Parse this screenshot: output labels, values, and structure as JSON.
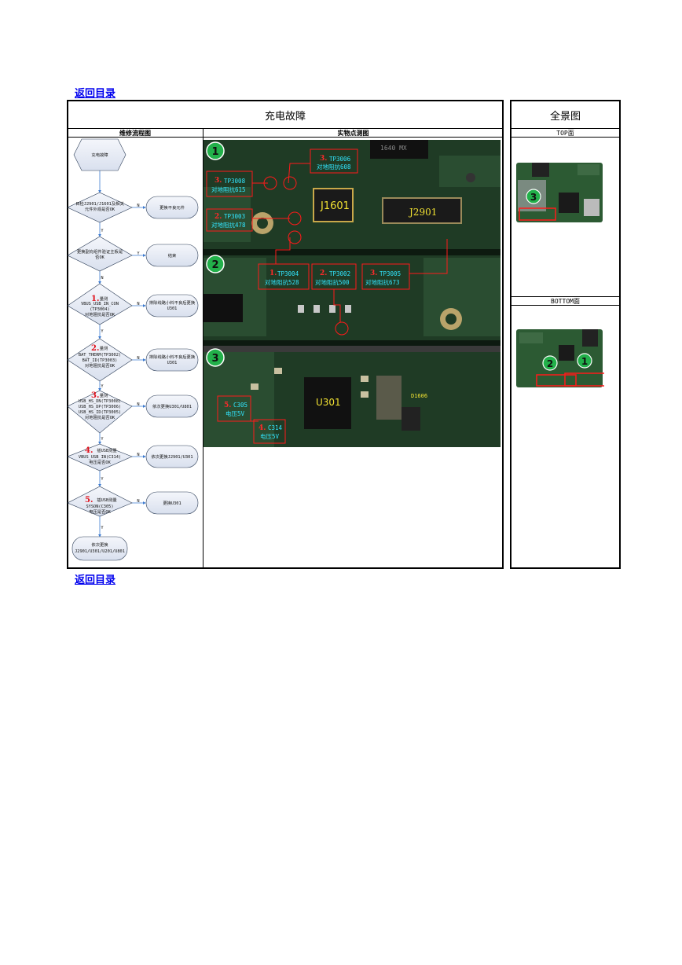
{
  "nav": {
    "back_top": "返回目录",
    "back_bottom": "返回目录"
  },
  "main": {
    "title": "充电故障",
    "col_flow": "维修流程图",
    "col_photo": "实物点测图"
  },
  "side": {
    "title": "全景图",
    "top_label": "TOP面",
    "bottom_label": "BOTTOM面"
  },
  "flow": {
    "start": "充电故障",
    "q1": [
      "目检J2901/J1601及相关",
      "元件外观是否OK"
    ],
    "a1": "更换不良元件",
    "q2": [
      "更换副充组件验证主板是",
      "否OK"
    ],
    "a2": "结束",
    "q3_num": "1.",
    "q3_lead": "量测",
    "q3": [
      "VBUS_USB_IN_CON",
      "(TP3004)",
      "对地阻抗是否OK"
    ],
    "a3": [
      "排除线路小料不良后更换",
      "U301"
    ],
    "q4_num": "2.",
    "q4_lead": "量测",
    "q4": [
      "BAT_THERM(TP3002)",
      "BAT_ID(TP3003)",
      "对地阻抗是否OK"
    ],
    "a4": [
      "排除线路小料不良后更换",
      "U301"
    ],
    "q5_num": "3.",
    "q5_lead": "量测",
    "q5": [
      "USB_HS_DN(TP3008)",
      "USB_HS_DP(TP3006)",
      "USB_HS_ID(TP3005)",
      "对地阻抗是否OK"
    ],
    "a5": "依次更换U301/U801",
    "q6_num": "4.",
    "q6_lead": "插USB测量",
    "q6": [
      "VBUS_USB_IN(C314)",
      "电压是否OK"
    ],
    "a6": "依次更换J2901/U301",
    "q7_num": "5.",
    "q7_lead": "插USB测量",
    "q7": [
      "SYSON(C305)",
      "电压是否OK"
    ],
    "a7": "更换U301",
    "end": [
      "依次更换",
      "J2901/U301/U201/U801"
    ],
    "yes": "Y",
    "no": "N"
  },
  "photo": {
    "badges": [
      "1",
      "2",
      "3"
    ],
    "chips": [
      "J1601",
      "J2901",
      "U301",
      "1640  MX",
      "D1606"
    ],
    "callouts": [
      {
        "num": "3.",
        "code": "TP3006",
        "text": "对地阻抗608"
      },
      {
        "num": "3.",
        "code": "TP3008",
        "text": "对地阻抗615"
      },
      {
        "num": "2.",
        "code": "TP3003",
        "text": "对地阻抗478"
      },
      {
        "num": "1.",
        "code": "TP3004",
        "text": "对地阻抗528"
      },
      {
        "num": "2.",
        "code": "TP3002",
        "text": "对地阻抗500"
      },
      {
        "num": "3.",
        "code": "TP3005",
        "text": "对地阻抗673"
      },
      {
        "num": "5.",
        "code": "C305",
        "text": "电压5V"
      },
      {
        "num": "4.",
        "code": "C314",
        "text": "电压5V"
      }
    ]
  },
  "overview": {
    "top_badge": "3",
    "bottom_badges": [
      "2",
      "1"
    ]
  },
  "colors": {
    "link": "#0000ee",
    "pcb": "#1f3b25",
    "callout": "#ff1a1a",
    "label": "#32e6ff",
    "badge": "#22b04a"
  }
}
